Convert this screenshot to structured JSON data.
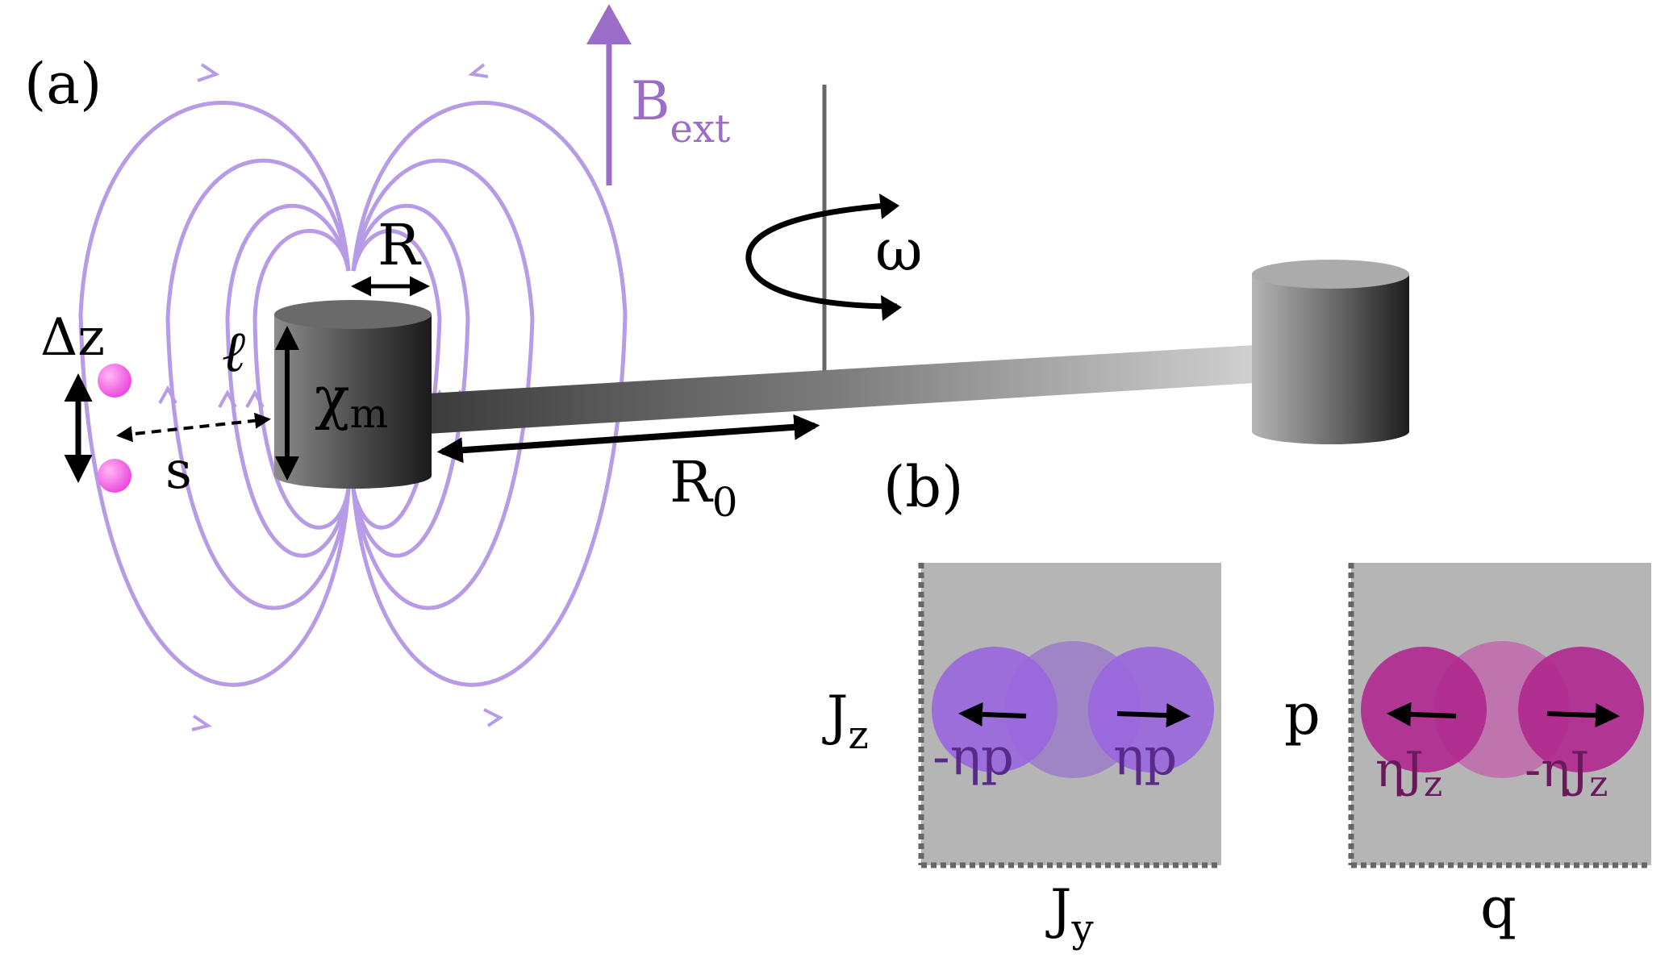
{
  "panel_a": {
    "panel_label": "(a)",
    "field_label_main": "B",
    "field_label_sub": "ext",
    "radius_label": "R",
    "rotation_label": "ω",
    "length_label": "ℓ",
    "susceptibility_main": "χ",
    "susceptibility_sub": "m",
    "separation_label": "s",
    "atom_spacing_label": "Δz",
    "arm_length_main": "R",
    "arm_length_sub": "0"
  },
  "panel_b": {
    "panel_label": "(b)",
    "left_box": {
      "y_axis_main": "J",
      "y_axis_sub": "z",
      "x_axis_main": "J",
      "x_axis_sub": "y",
      "left_shift": "-ηp",
      "right_shift": "ηp"
    },
    "right_box": {
      "y_axis": "p",
      "x_axis": "q",
      "left_shift_main": "ηJ",
      "left_shift_sub": "z",
      "right_shift_main": "-ηJ",
      "right_shift_sub": "z"
    }
  },
  "colors": {
    "field_lines": "#b79be6",
    "b_ext_arrow": "#9b6cc8",
    "atoms": "#ee55dd",
    "spin_blobs": "#9966dd",
    "oscillator_blobs": "#b0288f",
    "box_fill": "#b5b5b5"
  }
}
